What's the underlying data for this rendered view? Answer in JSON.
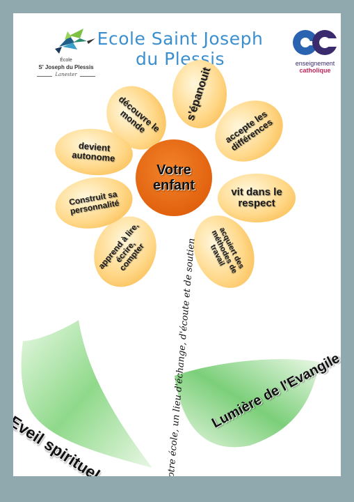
{
  "header": {
    "title_line1": "Ecole Saint Joseph",
    "title_line2": "du Plessis"
  },
  "logo_left": {
    "icon": "hummingbird-icon",
    "line1": "École",
    "line2": "S' Joseph du Plessis",
    "line3": "Lanester"
  },
  "logo_right": {
    "mark": "ec",
    "line1": "enseignement",
    "line2": "catholique",
    "colors": {
      "blue": "#2a63b0",
      "purple": "#3a2a6e"
    }
  },
  "flower": {
    "center_line1": "Votre",
    "center_line2": "enfant",
    "petals": [
      {
        "text": "découvre le monde"
      },
      {
        "text": "s'épanouit"
      },
      {
        "text": "accepte les différences"
      },
      {
        "text": "vit dans le respect"
      },
      {
        "text": "acquiert des méthodes de travail"
      },
      {
        "text": "apprend à lire, écrire, compter"
      },
      {
        "text": "Construit sa personnalité"
      },
      {
        "text": "devient autonome"
      }
    ]
  },
  "stem_text": "Notre école, un lieu d'échange, d'écoute et de soutien",
  "leaves": {
    "left_text": "Eveil spirituel",
    "right_text": "Lumière de l'Evangile"
  },
  "colors": {
    "frame": "#8fa9af",
    "title": "#3b8fcf",
    "center": "#e2620e",
    "petal": "#ffd889",
    "leaf": "#7ccf7a"
  }
}
